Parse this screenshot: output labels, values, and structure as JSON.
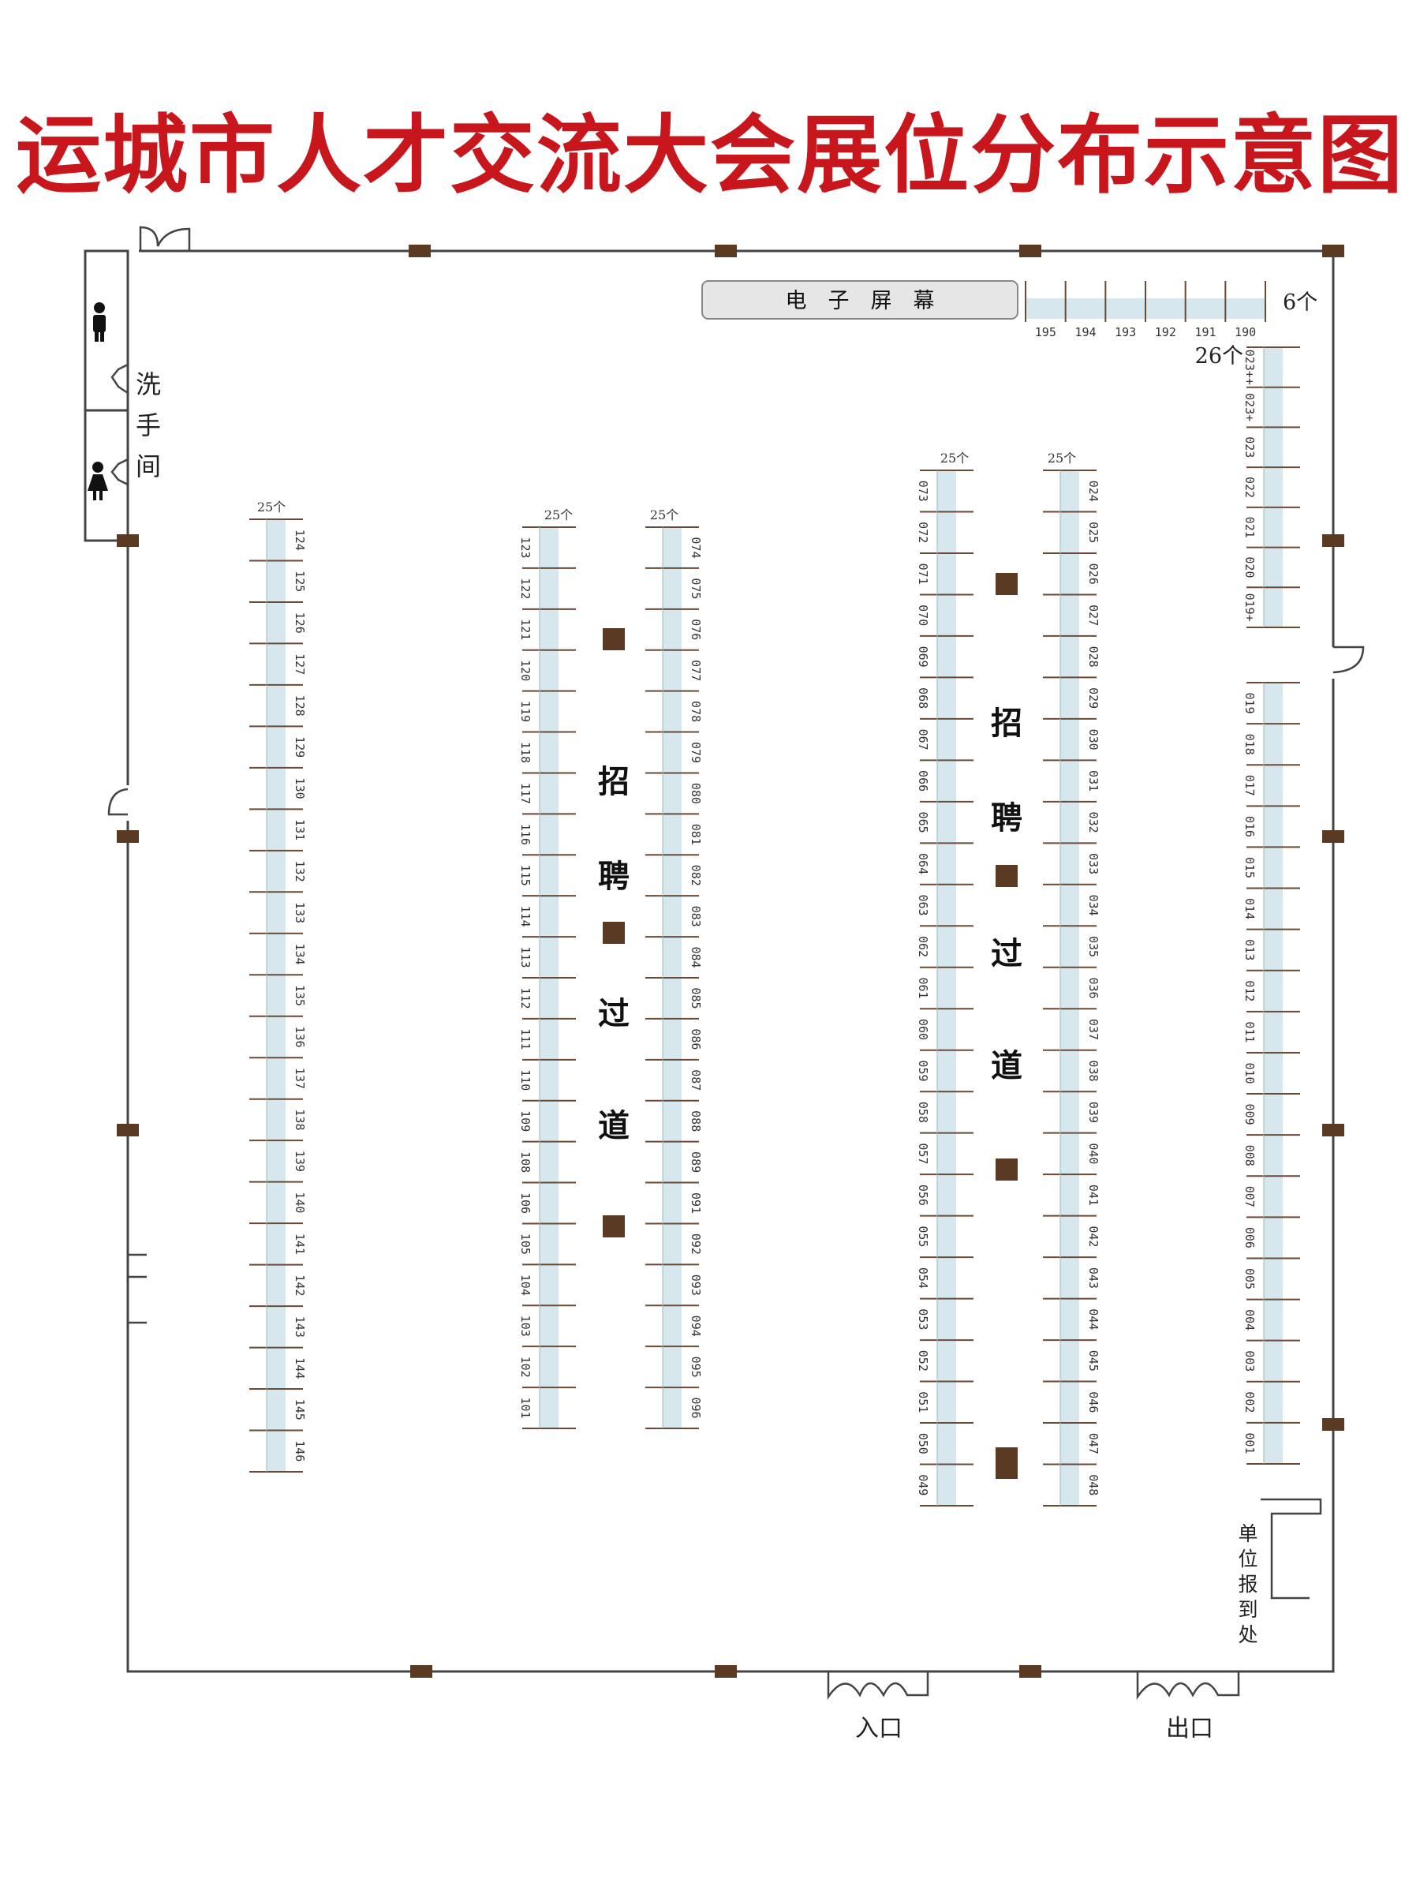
{
  "title": "运城市人才交流大会展位分布示意图",
  "screen_label": "电　子　屏　幕",
  "restroom": [
    "洗",
    "手",
    "间"
  ],
  "checkin": [
    "单",
    "位",
    "报",
    "到",
    "处"
  ],
  "aisle_chars": [
    "招",
    "聘",
    "过",
    "道"
  ],
  "entrance": "入口",
  "exit": "出口",
  "top_row": {
    "count": "6个",
    "labels": [
      "195",
      "194",
      "193",
      "192",
      "191",
      "190"
    ]
  },
  "right_col_count": "26个",
  "column_count_label": "25个",
  "columns": [
    {
      "name": "col-124-146",
      "label_side": "right",
      "labels": [
        "124",
        "125",
        "126",
        "127",
        "128",
        "129",
        "130",
        "131",
        "132",
        "133",
        "134",
        "135",
        "136",
        "137",
        "138",
        "139",
        "140",
        "141",
        "142",
        "143",
        "144",
        "145",
        "146"
      ]
    },
    {
      "name": "col-123-101",
      "label_side": "left",
      "labels": [
        "123",
        "122",
        "121",
        "120",
        "119",
        "118",
        "117",
        "116",
        "115",
        "114",
        "113",
        "112",
        "111",
        "110",
        "109",
        "108",
        "106",
        "105",
        "104",
        "103",
        "102",
        "101"
      ]
    },
    {
      "name": "col-074-096",
      "label_side": "right",
      "labels": [
        "074",
        "075",
        "076",
        "077",
        "078",
        "079",
        "080",
        "081",
        "082",
        "083",
        "084",
        "085",
        "086",
        "087",
        "088",
        "089",
        "091",
        "092",
        "093",
        "094",
        "095",
        "096"
      ]
    },
    {
      "name": "col-073-049",
      "label_side": "left",
      "labels": [
        "073",
        "072",
        "071",
        "070",
        "069",
        "068",
        "067",
        "066",
        "065",
        "064",
        "063",
        "062",
        "061",
        "060",
        "059",
        "058",
        "057",
        "056",
        "055",
        "054",
        "053",
        "052",
        "051",
        "050",
        "049"
      ]
    },
    {
      "name": "col-024-048",
      "label_side": "right",
      "labels": [
        "024",
        "025",
        "026",
        "027",
        "028",
        "029",
        "030",
        "031",
        "032",
        "033",
        "034",
        "035",
        "036",
        "037",
        "038",
        "039",
        "040",
        "041",
        "042",
        "043",
        "044",
        "045",
        "046",
        "047",
        "048"
      ]
    },
    {
      "name": "col-023-019",
      "label_side": "left",
      "labels": [
        "023++",
        "023+",
        "023",
        "022",
        "021",
        "020",
        "019+"
      ]
    },
    {
      "name": "col-019-001",
      "label_side": "left",
      "labels": [
        "019",
        "018",
        "017",
        "016",
        "015",
        "014",
        "013",
        "012",
        "011",
        "010",
        "009",
        "008",
        "007",
        "006",
        "005",
        "004",
        "003",
        "002",
        "001"
      ]
    }
  ]
}
